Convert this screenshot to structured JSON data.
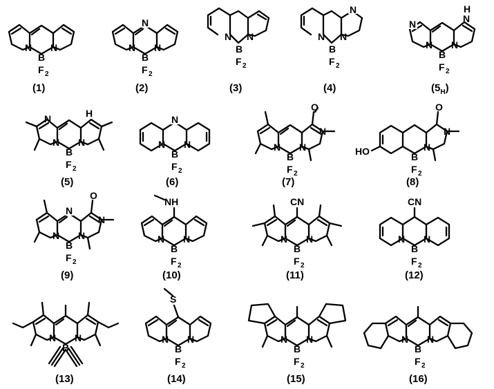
{
  "atoms": {
    "n": "N",
    "b": "B",
    "f2": "F",
    "f2_sub": "2",
    "nh": "NH",
    "h": "H",
    "o": "O",
    "ho": "HO",
    "cn": "CN",
    "s": "S"
  },
  "compounds": [
    {
      "label": "(1)"
    },
    {
      "label": "(2)"
    },
    {
      "label": "(3)"
    },
    {
      "label": "(4)"
    },
    {
      "label": "(5",
      "sub": "H",
      "close": ")"
    },
    {
      "label": "(5)"
    },
    {
      "label": "(6)"
    },
    {
      "label": "(7)"
    },
    {
      "label": "(8)"
    },
    {
      "label": "(9)"
    },
    {
      "label": "(10)"
    },
    {
      "label": "(11)"
    },
    {
      "label": "(12)"
    },
    {
      "label": "(13)"
    },
    {
      "label": "(14)"
    },
    {
      "label": "(15)"
    },
    {
      "label": "(16)"
    }
  ]
}
